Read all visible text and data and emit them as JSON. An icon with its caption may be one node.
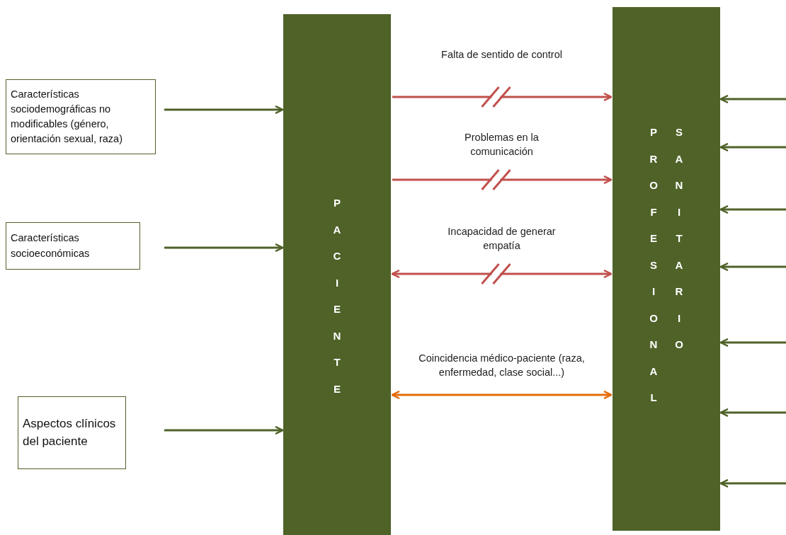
{
  "diagram": {
    "nodes": [
      {
        "text": [
          "Características sociodemográficas no modificables (género, orientación sexual, raza)"
        ]
      },
      {
        "text": [
          "Características socioeconómicas"
        ]
      },
      {
        "text": [
          "Aspectos clínicos del paciente"
        ]
      },
      {
        "text": [
          "PACIENTE"
        ]
      },
      {
        "text": [
          "PROFESIONAL",
          "SANITARIO"
        ]
      }
    ],
    "edges": [
      {
        "from": 0,
        "to": 3,
        "arrow": "to"
      },
      {
        "from": 1,
        "to": 3,
        "arrow": "to"
      },
      {
        "from": 2,
        "to": 3,
        "arrow": "to"
      },
      {
        "from": 3,
        "to": 4,
        "arrow": "to",
        "label": "Falta de sentido de control",
        "color": "#c0504d"
      },
      {
        "from": 3,
        "to": 4,
        "arrow": "to",
        "label": "Problemas en la comunicación",
        "color": "#c0504d"
      },
      {
        "from": 3,
        "to": 4,
        "arrow": "both",
        "label": "Incapacidad de generar empatía",
        "color": "#c0504d"
      },
      {
        "from": 3,
        "to": 4,
        "arrow": "both",
        "label": "Coincidencia médico-paciente (raza, enfermedad, clase social...)",
        "color": "#e46c0a"
      },
      {
        "from": null,
        "to": 4,
        "arrow": "to"
      },
      {
        "from": null,
        "to": 4,
        "arrow": "to"
      },
      {
        "from": null,
        "to": 4,
        "arrow": "to"
      },
      {
        "from": null,
        "to": 4,
        "arrow": "to"
      },
      {
        "from": null,
        "to": 4,
        "arrow": "to"
      },
      {
        "from": null,
        "to": 4,
        "arrow": "to"
      },
      {
        "from": null,
        "to": 4,
        "arrow": "to"
      }
    ]
  }
}
